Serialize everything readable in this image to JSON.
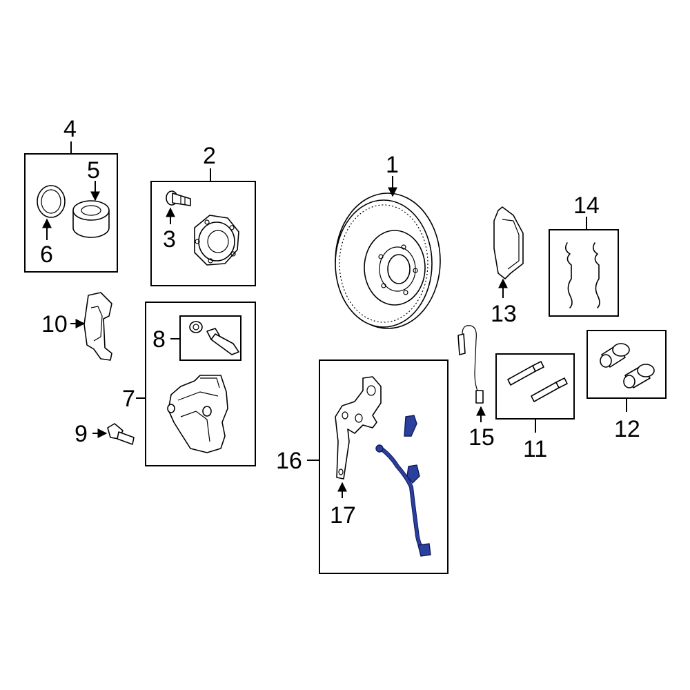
{
  "callouts": {
    "c1": "1",
    "c2": "2",
    "c3": "3",
    "c4": "4",
    "c5": "5",
    "c6": "6",
    "c7": "7",
    "c8": "8",
    "c9": "9",
    "c10": "10",
    "c11": "11",
    "c12": "12",
    "c13": "13",
    "c14": "14",
    "c15": "15",
    "c16": "16",
    "c17": "17"
  },
  "colors": {
    "highlight": "#2b3f9c",
    "line": "#000000",
    "background": "#ffffff"
  },
  "highlighted_part": "16"
}
